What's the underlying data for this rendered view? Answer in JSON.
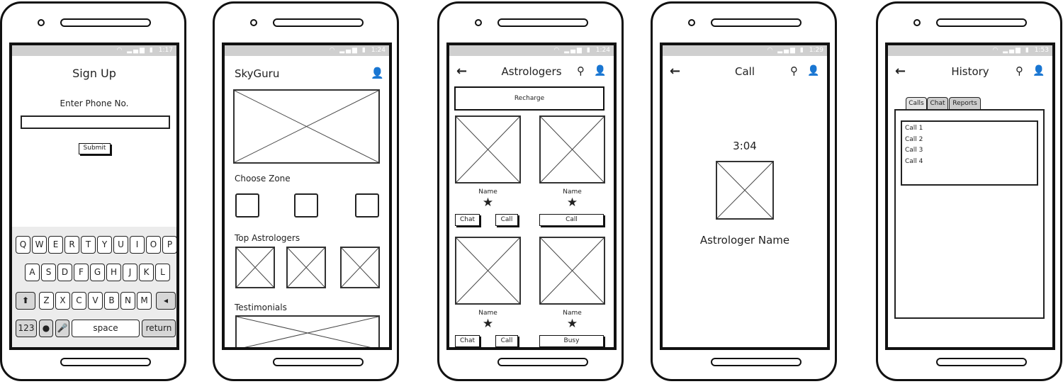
{
  "screens": {
    "signup": {
      "time": "1:17",
      "title": "Sign Up",
      "phone_label": "Enter Phone No.",
      "phone_value": "",
      "submit": "Submit",
      "keyboard": {
        "row1": [
          "Q",
          "W",
          "E",
          "R",
          "T",
          "Y",
          "U",
          "I",
          "O",
          "P"
        ],
        "row2": [
          "A",
          "S",
          "D",
          "F",
          "G",
          "H",
          "J",
          "K",
          "L"
        ],
        "row3": [
          "Z",
          "X",
          "C",
          "V",
          "B",
          "N",
          "M"
        ],
        "numbers": "123",
        "space": "space",
        "return": "return"
      }
    },
    "home": {
      "time": "1:24",
      "app_name": "SkyGuru",
      "choose_zone": "Choose Zone",
      "top_astrologers": "Top Astrologers",
      "testimonials": "Testimonials"
    },
    "astrologers": {
      "time": "1:24",
      "title": "Astrologers",
      "recharge": "Recharge",
      "cards": [
        {
          "name": "Name",
          "buttons": [
            "Chat",
            "Call"
          ]
        },
        {
          "name": "Name",
          "buttons": [
            "Call"
          ]
        },
        {
          "name": "Name",
          "buttons": [
            "Chat",
            "Call"
          ]
        },
        {
          "name": "Name",
          "buttons": [
            "Busy"
          ]
        }
      ]
    },
    "call": {
      "time": "1:29",
      "title": "Call",
      "timer": "3:04",
      "astrologer_name": "Astrologer Name"
    },
    "history": {
      "time": "1:53",
      "title": "History",
      "tabs": [
        "Calls",
        "Chat",
        "Reports"
      ],
      "items": [
        "Call 1",
        "Call 2",
        "Call 3",
        "Call 4"
      ]
    }
  }
}
